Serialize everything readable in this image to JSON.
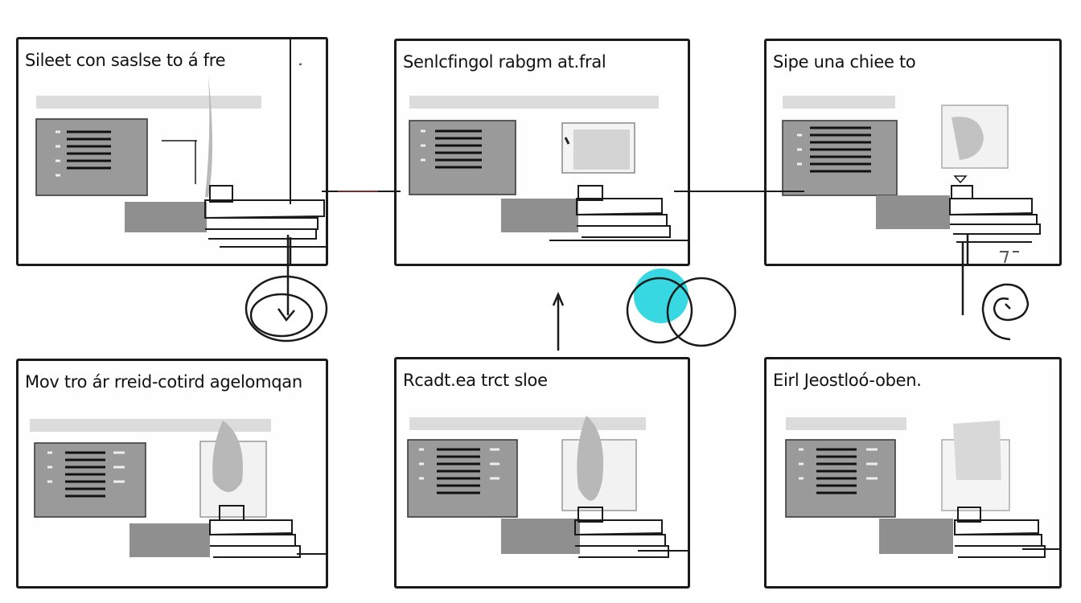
{
  "panels": [
    {
      "id": "p1",
      "title": "Sileet con saslse to á fre"
    },
    {
      "id": "p2",
      "title": "Senlcfingol rabgm at.fral"
    },
    {
      "id": "p3",
      "title": "Sipe una chiee to"
    },
    {
      "id": "p4",
      "title": "Mov tro ár rreid-cotird agelomqan"
    },
    {
      "id": "p5",
      "title": "Rcadt.ea trct sloe"
    },
    {
      "id": "p6",
      "title": "Eirl Jeostloó-oben."
    }
  ],
  "colors": {
    "ink": "#1a1a1a",
    "screen_gray": "#9a9a9a",
    "bar_gray": "#dcdcdc",
    "accent_cyan": "#22d4e0",
    "accent_red": "#a03030"
  },
  "icons": [
    "loop-circle-icon",
    "arrow-up-icon",
    "arrow-down-icon",
    "overlap-circles-icon",
    "spiral-icon"
  ]
}
